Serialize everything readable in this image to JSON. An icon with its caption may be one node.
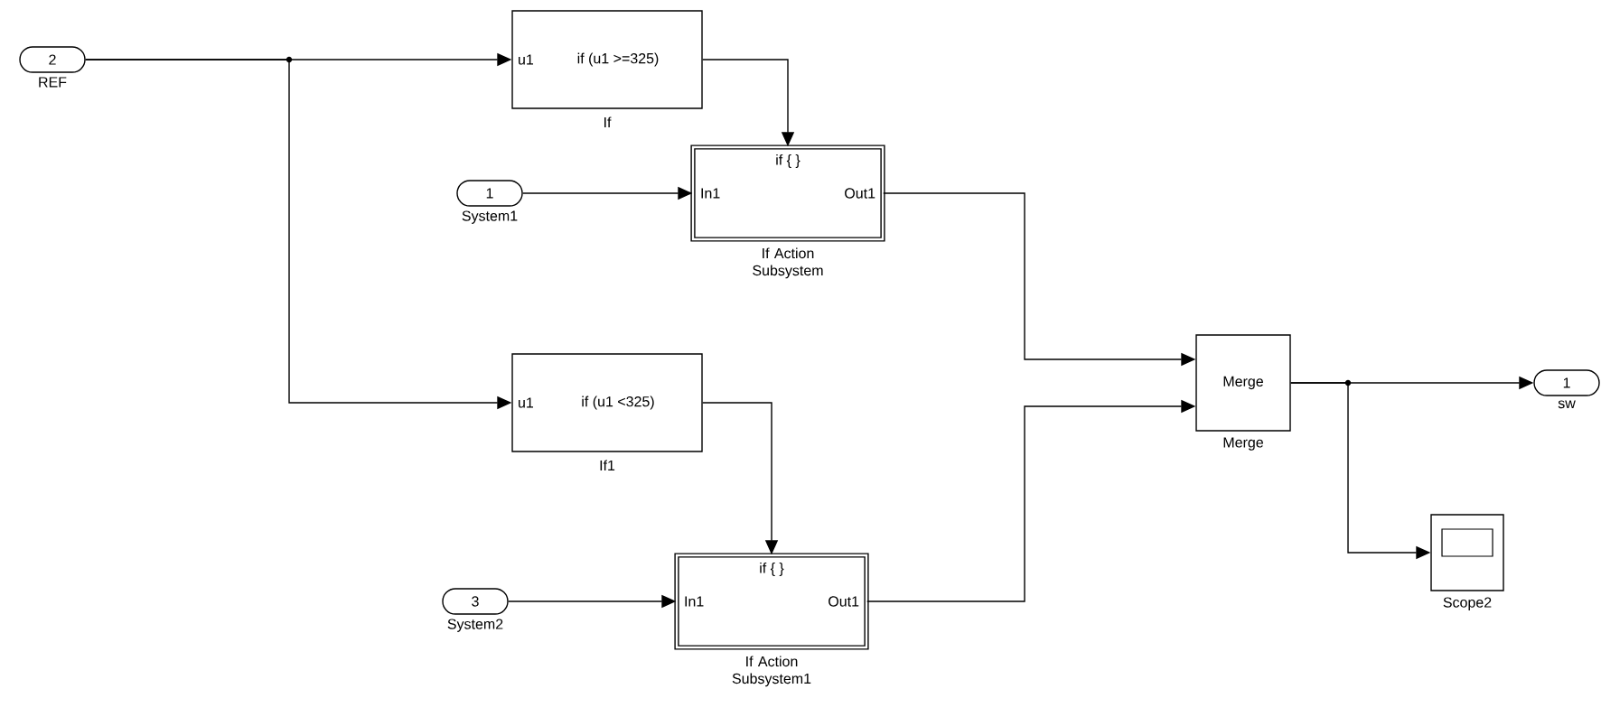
{
  "diagram": {
    "nodes": [
      {
        "text": [
          "2"
        ],
        "beside": [
          "REF"
        ]
      },
      {
        "text": [
          "u1",
          "if (u1 >=325)"
        ],
        "beside": [
          "If"
        ]
      },
      {
        "text": [
          "1"
        ],
        "beside": [
          "System1"
        ]
      },
      {
        "text": [
          "if { }",
          "In1",
          "Out1"
        ],
        "beside": [
          "If Action Subsystem"
        ]
      },
      {
        "text": [
          "u1",
          "if (u1 <325)"
        ],
        "beside": [
          "If1"
        ]
      },
      {
        "text": [
          "3"
        ],
        "beside": [
          "System2"
        ]
      },
      {
        "text": [
          "if { }",
          "In1",
          "Out1"
        ],
        "beside": [
          "If Action Subsystem1"
        ]
      },
      {
        "text": [
          "Merge"
        ],
        "beside": [
          "Merge"
        ]
      },
      {
        "text": [
          "1"
        ],
        "beside": [
          "sw"
        ]
      },
      {
        "text": [],
        "shape": "box",
        "beside": [
          "Scope2"
        ]
      }
    ],
    "edges": [
      {
        "from": 0,
        "to": 1,
        "arrow": "to"
      },
      {
        "from": 0,
        "to": 4,
        "arrow": "to"
      },
      {
        "from": 1,
        "to": 3,
        "arrow": "to"
      },
      {
        "from": 2,
        "to": 3,
        "arrow": "to"
      },
      {
        "from": 3,
        "to": 7,
        "arrow": "to"
      },
      {
        "from": 4,
        "to": 6,
        "arrow": "to"
      },
      {
        "from": 5,
        "to": 6,
        "arrow": "to"
      },
      {
        "from": 6,
        "to": 7,
        "arrow": "to"
      },
      {
        "from": 7,
        "to": 8,
        "arrow": "to"
      },
      {
        "from": 7,
        "to": 9,
        "arrow": "to"
      }
    ]
  }
}
